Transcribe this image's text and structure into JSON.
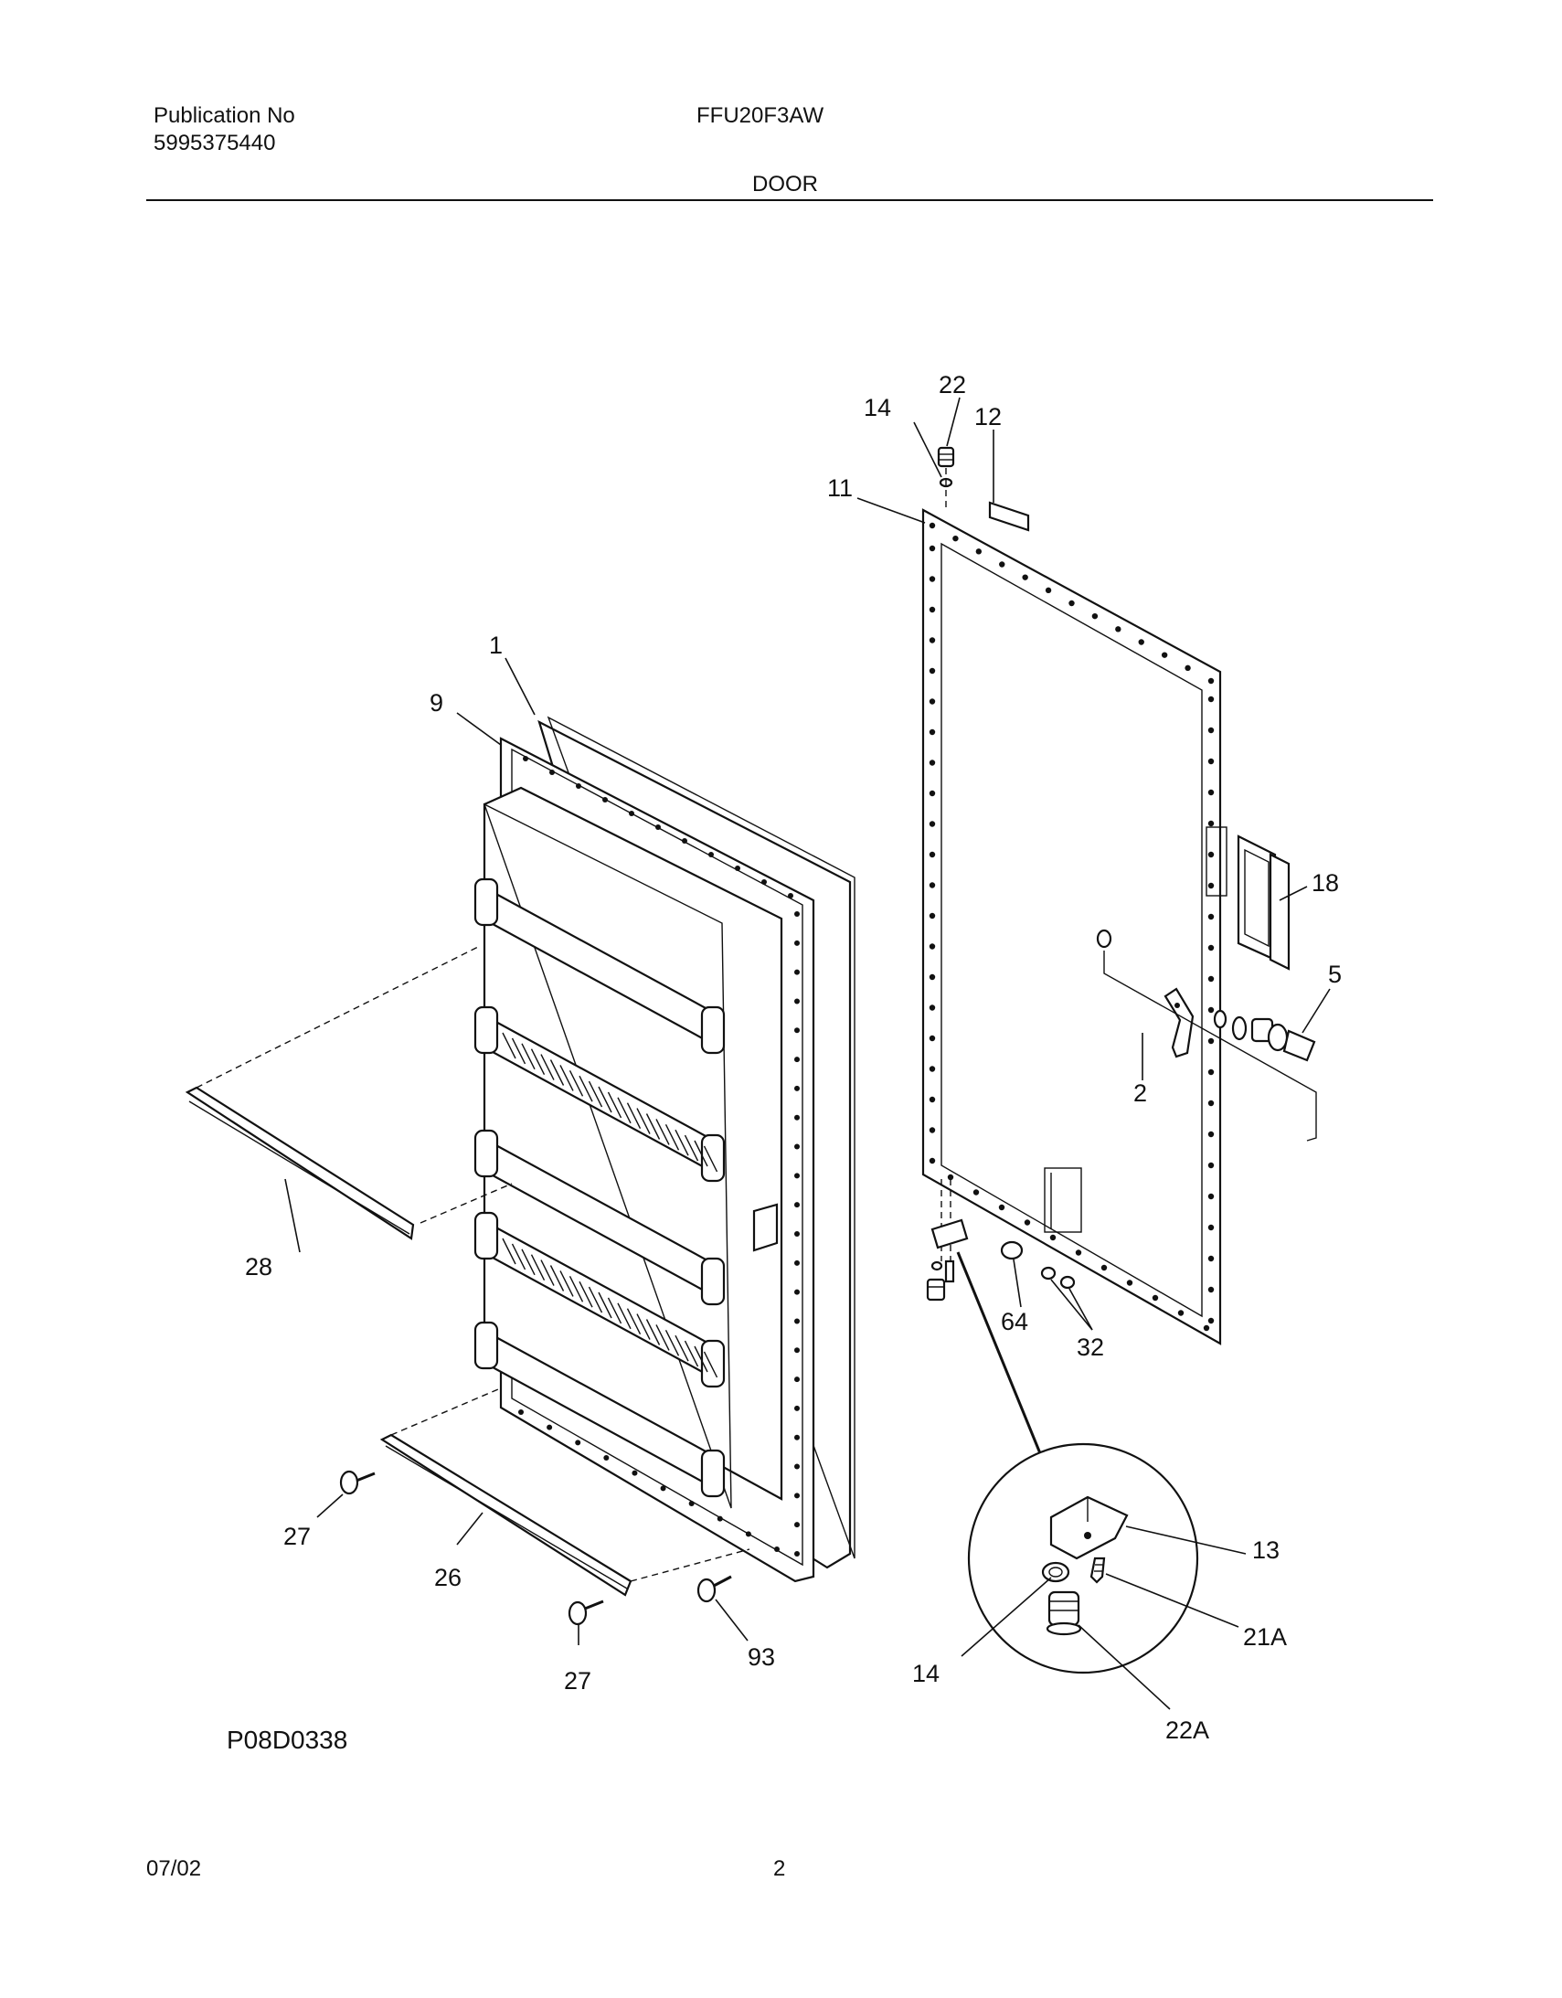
{
  "header": {
    "publication_label": "Publication No",
    "publication_number": "5995375440",
    "model": "FFU20F3AW",
    "section": "DOOR"
  },
  "diagram": {
    "code": "P08D0338",
    "callouts": {
      "c1": "1",
      "c9": "9",
      "c11": "11",
      "c12": "12",
      "c14a": "14",
      "c22": "22",
      "c18": "18",
      "c5": "5",
      "c2": "2",
      "c28": "28",
      "c64": "64",
      "c32": "32",
      "c27a": "27",
      "c26": "26",
      "c27b": "27",
      "c93": "93",
      "c13": "13",
      "c21a": "21A",
      "c14b": "14",
      "c22a": "22A"
    }
  },
  "footer": {
    "date": "07/02",
    "page": "2"
  }
}
